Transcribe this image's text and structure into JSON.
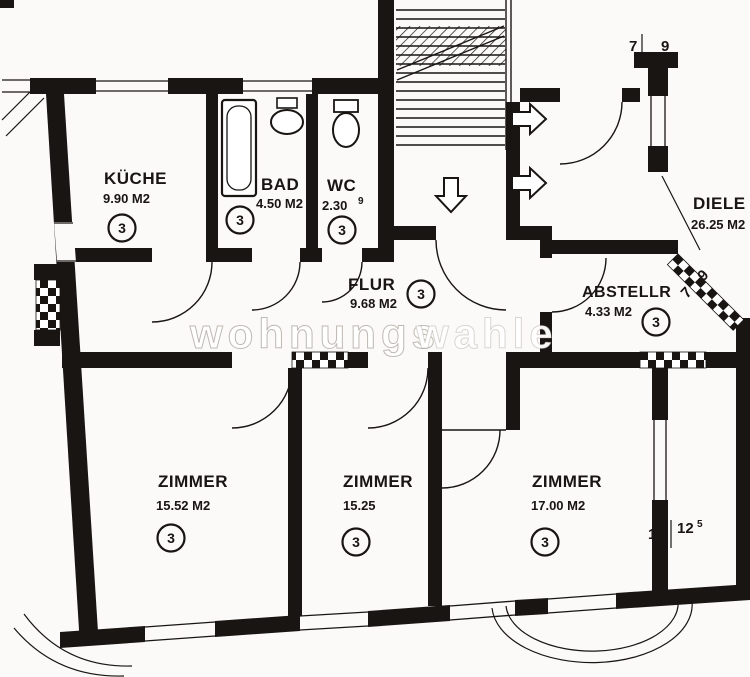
{
  "watermark": {
    "part1": "wohnungs",
    "part2": "wahle"
  },
  "rooms": {
    "kueche": {
      "label": "KÜCHE",
      "area": "9.90 M2",
      "circle": "3"
    },
    "bad": {
      "label": "BAD",
      "area": "4.50 M2",
      "circle": "3"
    },
    "wc": {
      "label": "WC",
      "area": "2.30",
      "area_sup": "9",
      "circle": "3"
    },
    "flur": {
      "label": "FLUR",
      "area": "9.68 M2",
      "circle": "3"
    },
    "diele": {
      "label": "DIELE",
      "area": "26.25 M2"
    },
    "abstellraum": {
      "label": "ABSTELLR",
      "area": "4.33 M2",
      "circle": "3"
    },
    "zimmer_links": {
      "label": "ZIMMER",
      "area": "15.52 M2",
      "circle": "3"
    },
    "zimmer_mitte": {
      "label": "ZIMMER",
      "area": "15.25",
      "circle": "3"
    },
    "zimmer_rechts": {
      "label": "ZIMMER",
      "area": "17.00 M2",
      "circle": "3"
    }
  },
  "dimensions": {
    "top_right_a": "7",
    "top_right_b": "9",
    "diagonal_a": "7",
    "diagonal_b": "9",
    "bottom_right_a": "15",
    "bottom_right_b": "12",
    "bottom_right_sup": "5"
  },
  "colors": {
    "ink": "#181512",
    "paper": "#fbfaf8"
  }
}
